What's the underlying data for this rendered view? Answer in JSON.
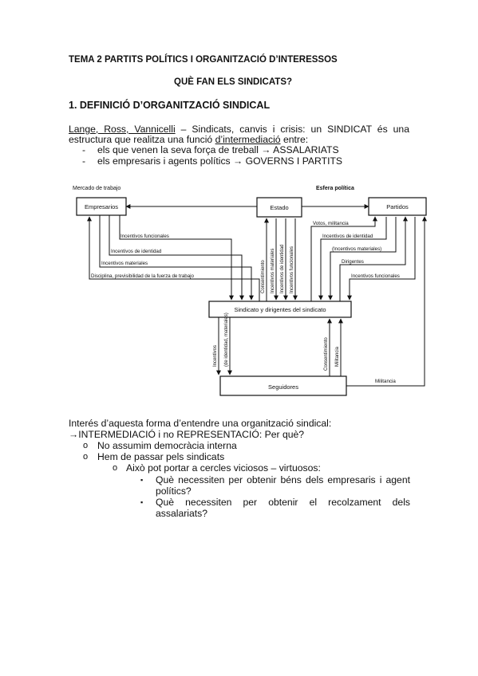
{
  "header": {
    "title": "TEMA 2 PARTITS POLÍTICS I ORGANITZACIÓ D’INTERESSOS",
    "subtitle": "QUÈ FAN ELS SINDICATS?",
    "section": "1. DEFINICIÓ D’ORGANITZACIÓ SINDICAL"
  },
  "intro": {
    "authors": "Lange, Ross, Vannicelli",
    "line1_rest": " – Sindicats, canvis i crisis: un SINDICAT és una",
    "line2_pre": "estructura que realitza una funció ",
    "line2_ul": "d’intermediació",
    "line2_post": " entre:",
    "items": [
      "els que venen la seva força de treball → ASSALARIATS",
      "els empresaris i agents polítics → GOVERNS I PARTITS"
    ]
  },
  "diagram": {
    "left_header": "Mercado de trabajo",
    "right_header": "Esfera política",
    "boxes": {
      "empresarios": "Empresarios",
      "estado": "Estado",
      "partidos": "Partidos",
      "sindicato": "Sindicato y dirigentes del sindicato",
      "seguidores": "Seguidores"
    },
    "left_labels": [
      "Incentivos funcionales",
      "Incentivos de identidad",
      "Incentivos materiales",
      "Disciplina, previsibilidad de la fuerza de trabajo"
    ],
    "estado_labels": [
      "Consentimiento",
      "Incentivos materiales",
      "Incentivos de identidad",
      "Incentivos funcionales"
    ],
    "right_labels": [
      "Votos, militancia",
      "Incentivos de identidad",
      "(Incentivos materiales)",
      "Dirigentes",
      "Incentivos funcionales"
    ],
    "bottom_labels": {
      "incentivos": "Incentivos",
      "identidad": "(de identidad, materiales)",
      "consentimiento": "Consentimiento",
      "militancia": "Militancia",
      "militancia_right": "Militancia"
    }
  },
  "body": {
    "line1": "Interés d’aquesta forma d’entendre una organització sindical:",
    "line2": "→INTERMEDIACIÓ i no REPRESENTACIÓ: Per què?",
    "items": [
      "No assumim democràcia interna",
      "Hem de passar pels sindicats"
    ],
    "sub_item": "Això pot portar a cercles viciosos – virtuosos:",
    "questions": [
      {
        "line1": "Què necessiten per obtenir béns dels empresaris i agent",
        "line2": "polítics?"
      },
      {
        "line1": "Què necessiten per obtenir el recolzament dels",
        "line2": "assalariats?"
      }
    ],
    "bullet_o": "o",
    "bullet_sq": "▪",
    "dash": "-"
  }
}
